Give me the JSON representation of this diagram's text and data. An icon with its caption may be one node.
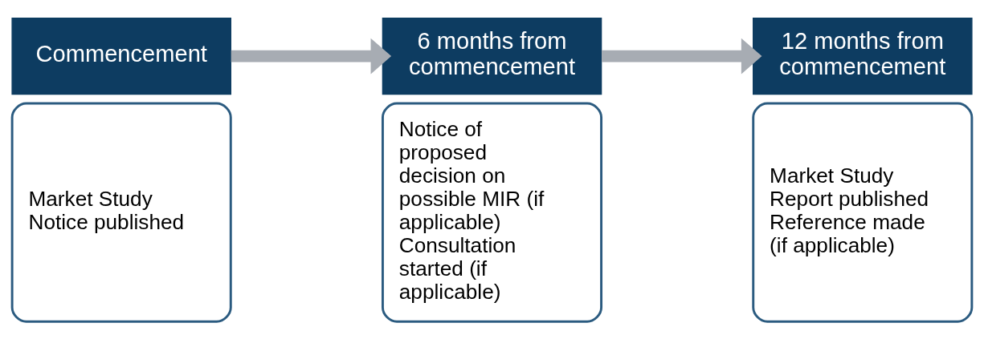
{
  "diagram": {
    "nodes": [
      {
        "text": [
          "Commencement"
        ]
      },
      {
        "text": [
          "Market Study Notice published"
        ]
      },
      {
        "text": [
          "6 months from commencement"
        ]
      },
      {
        "text": [
          "Notice of proposed decision on possible MIR (if applicable)",
          "Consultation started (if applicable)"
        ]
      },
      {
        "text": [
          "12 months from commencement"
        ]
      },
      {
        "text": [
          "Market Study Report published",
          "Reference made (if applicable)"
        ]
      }
    ],
    "edges": [
      {
        "from": 0,
        "to": 2,
        "arrow": "to"
      },
      {
        "from": 2,
        "to": 4,
        "arrow": "to"
      }
    ]
  }
}
